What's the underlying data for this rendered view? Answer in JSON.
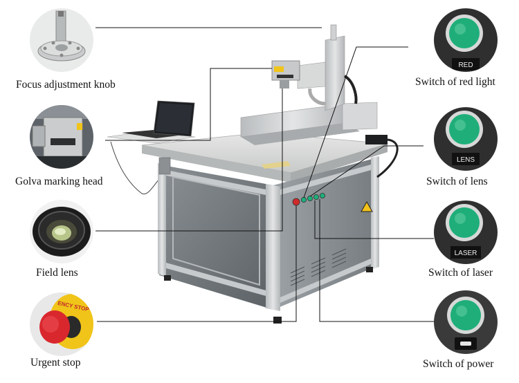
{
  "left_labels": [
    {
      "id": "focus",
      "text": "Focus adjustment knob"
    },
    {
      "id": "golva",
      "text": "Golva marking head"
    },
    {
      "id": "field",
      "text": "Field lens"
    },
    {
      "id": "urgent",
      "text": "Urgent stop"
    }
  ],
  "right_labels": [
    {
      "id": "red",
      "text": "Switch of red light"
    },
    {
      "id": "lens",
      "text": "Switch of lens"
    },
    {
      "id": "laser",
      "text": "Switch of laser"
    },
    {
      "id": "power",
      "text": "Switch of power"
    }
  ],
  "switch_caps": {
    "red": "RED",
    "lens": "LENS",
    "laser": "LASER"
  },
  "stop_text": "ENCY STOP",
  "colors": {
    "switch_green": "#1fae7a",
    "stop_red": "#d9272e",
    "frame": "#c9ccce",
    "panel": "#6e7478"
  }
}
